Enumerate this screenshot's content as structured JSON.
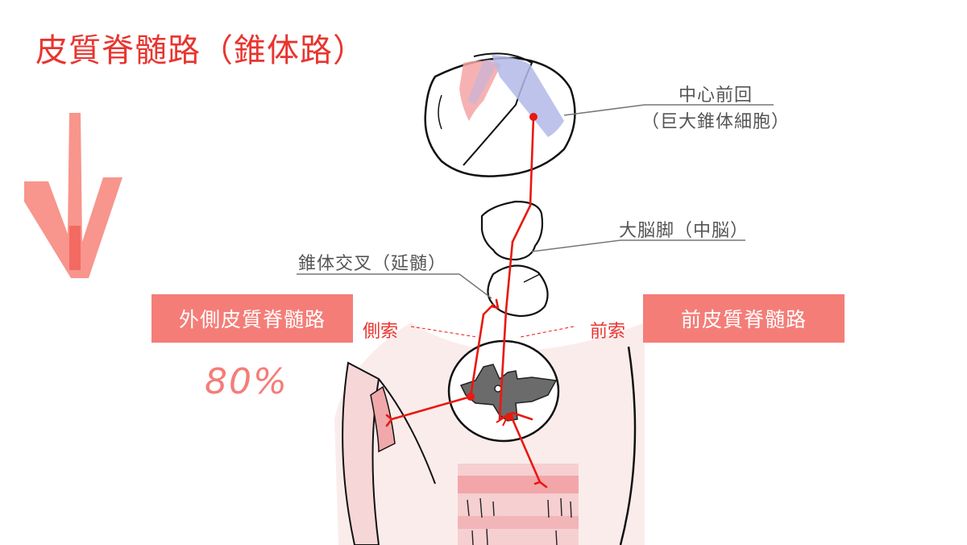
{
  "title": "皮質脊髄路（錐体路）",
  "labels": {
    "precentral": "中心前回",
    "pyramidal_cells": "（巨大錐体細胞）",
    "cerebral_peduncle": "大脳脚（中脳）",
    "decussation": "錐体交叉（延髄）",
    "lateral_funiculus": "側索",
    "anterior_funiculus": "前索"
  },
  "boxes": {
    "lateral_tract": "外側皮質脊髄路",
    "anterior_tract": "前皮質脊髄路"
  },
  "annotation": {
    "percent": "80%"
  },
  "colors": {
    "title": "#e8352f",
    "pathway": "#e8190f",
    "box": "#f47d78",
    "arrow": "#f7897f",
    "gray_matter": "#6b6b6b",
    "skin": "#f8e2e2",
    "muscle": "#f2b3b5",
    "gyrus_red": "#f4a4a4",
    "gyrus_blue": "#b3b8e8"
  }
}
